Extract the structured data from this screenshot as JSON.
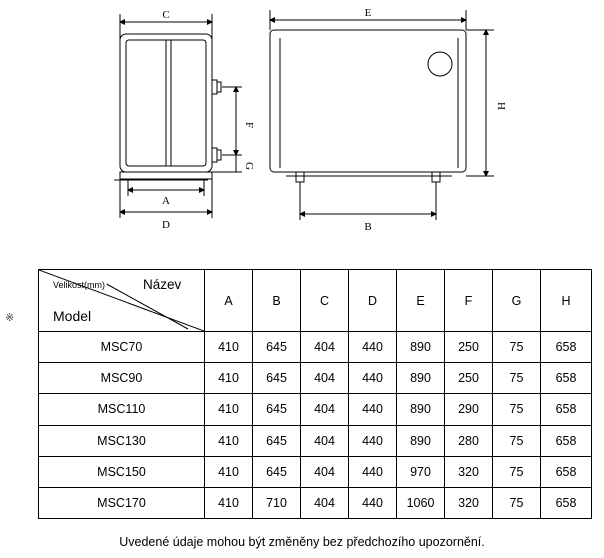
{
  "drawing_labels": {
    "side_view": {
      "c": "C",
      "a": "A",
      "d": "D",
      "f": "F",
      "g": "G"
    },
    "front_view": {
      "e": "E",
      "b": "B",
      "h": "H"
    }
  },
  "table": {
    "header_dimension_label": "Velikost(mm)",
    "header_name_label": "Název",
    "header_model_label": "Model",
    "columns": [
      "A",
      "B",
      "C",
      "D",
      "E",
      "F",
      "G",
      "H"
    ],
    "rows": [
      {
        "model": "MSC70",
        "values": [
          "410",
          "645",
          "404",
          "440",
          "890",
          "250",
          "75",
          "658"
        ]
      },
      {
        "model": "MSC90",
        "values": [
          "410",
          "645",
          "404",
          "440",
          "890",
          "250",
          "75",
          "658"
        ]
      },
      {
        "model": "MSC110",
        "values": [
          "410",
          "645",
          "404",
          "440",
          "890",
          "290",
          "75",
          "658"
        ]
      },
      {
        "model": "MSC130",
        "values": [
          "410",
          "645",
          "404",
          "440",
          "890",
          "280",
          "75",
          "658"
        ]
      },
      {
        "model": "MSC150",
        "values": [
          "410",
          "645",
          "404",
          "440",
          "970",
          "320",
          "75",
          "658"
        ]
      },
      {
        "model": "MSC170",
        "values": [
          "410",
          "710",
          "404",
          "440",
          "1060",
          "320",
          "75",
          "658"
        ]
      }
    ]
  },
  "note_marker": "※",
  "footnote": "Uvedené údaje mohou být změněny bez předchozího upozornění."
}
